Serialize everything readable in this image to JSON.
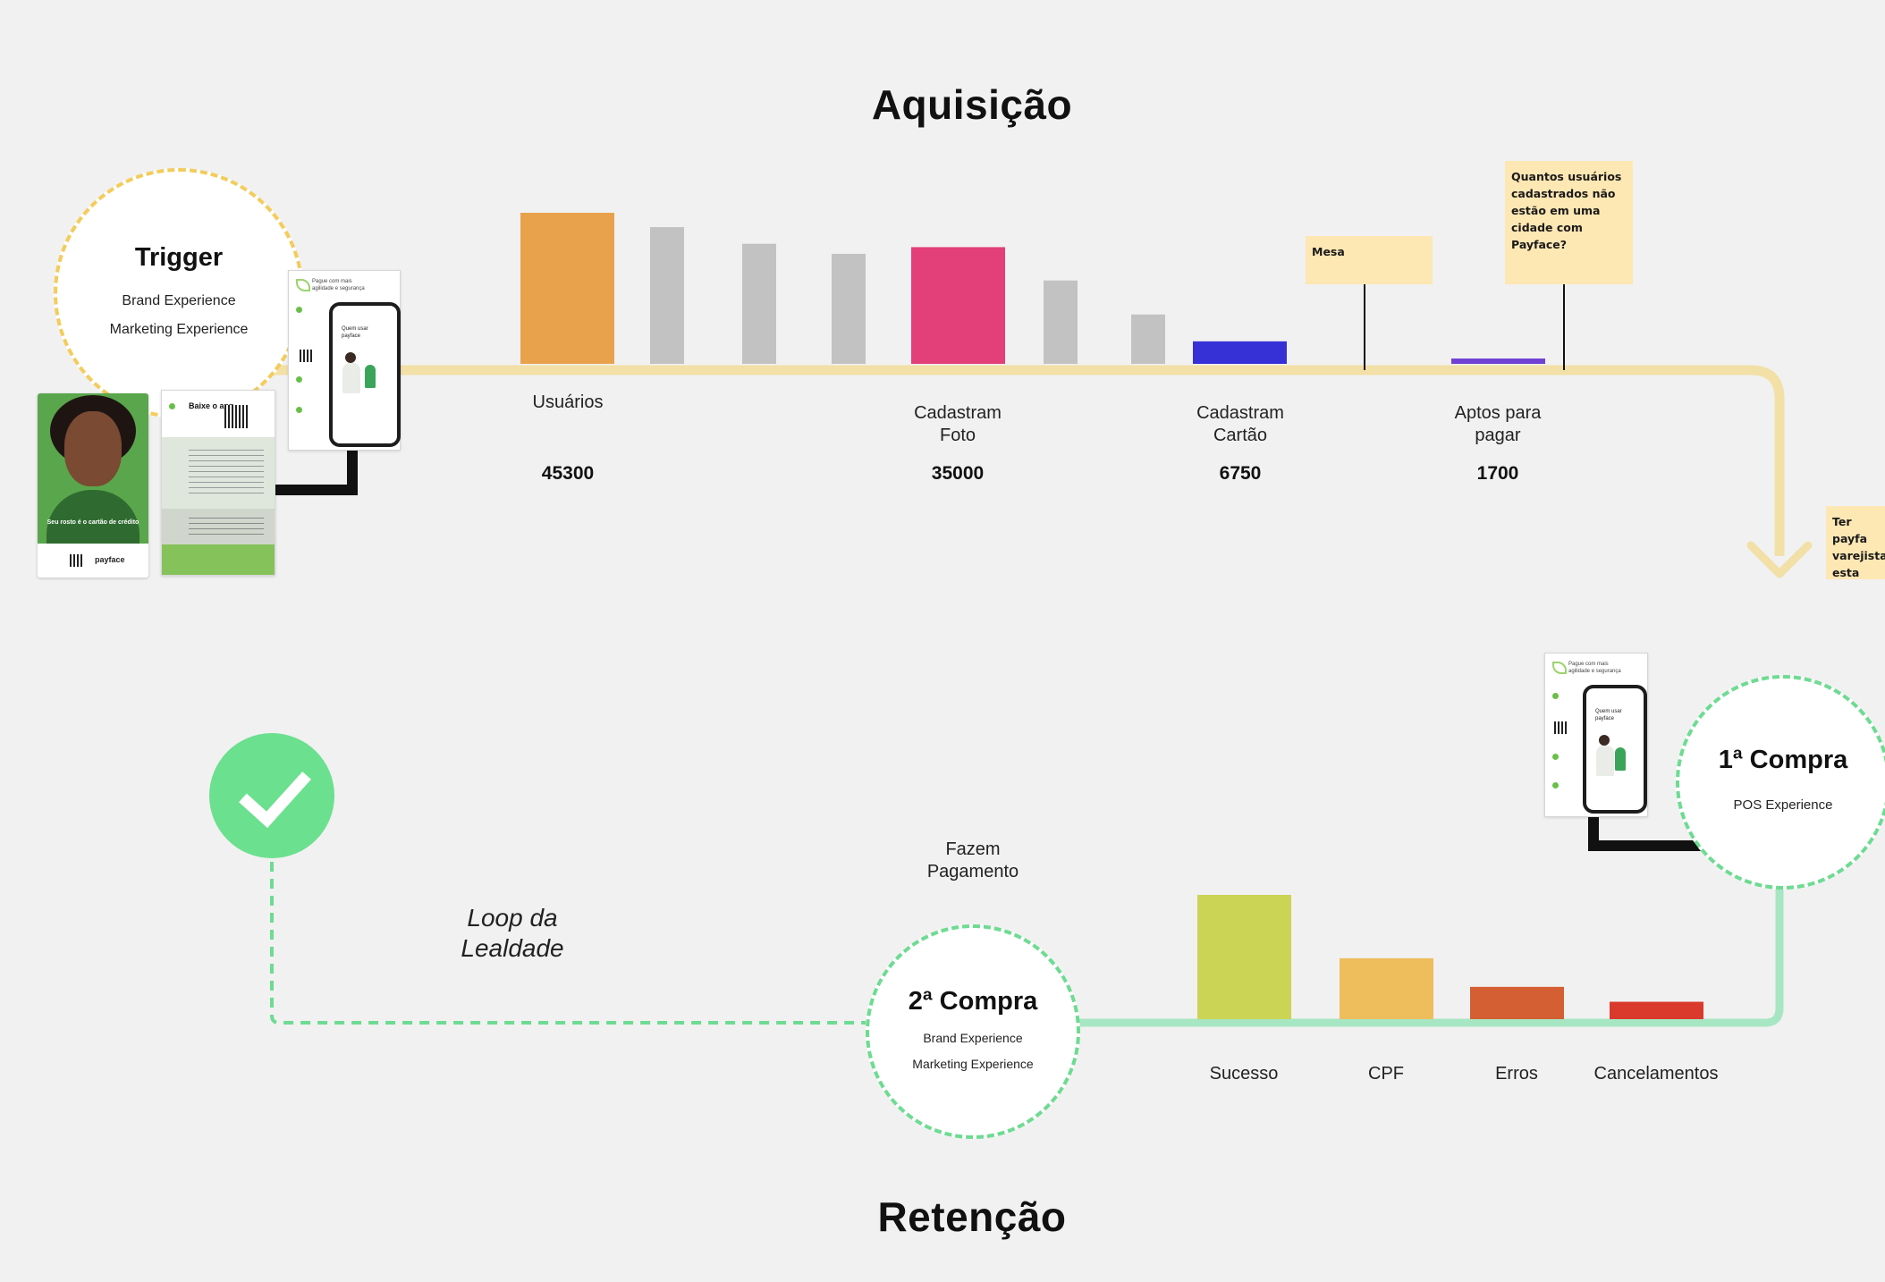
{
  "headings": {
    "top": "Aquisição",
    "bottom": "Retenção"
  },
  "trigger": {
    "title": "Trigger",
    "lines": [
      "Brand Experience",
      "Marketing Experience"
    ]
  },
  "acquisition": {
    "stages": [
      {
        "label": "Usuários",
        "value": "45300"
      },
      {
        "label": "Cadastram\nFoto",
        "value": "35000"
      },
      {
        "label": "Cadastram\nCartão",
        "value": "6750"
      },
      {
        "label": "Aptos para\npagar",
        "value": "1700"
      }
    ]
  },
  "stickies": {
    "mesa": "Mesa",
    "question": "Quantos usuários cadastrados não estão em uma cidade com Payface?",
    "edge": "Ter payfa varejista esta loja"
  },
  "first_purchase": {
    "title": "1ª Compra",
    "subtitle": "POS Experience"
  },
  "second_purchase": {
    "title": "2ª Compra",
    "lines": [
      "Brand Experience",
      "Marketing Experience"
    ]
  },
  "payment": {
    "label": "Fazem\nPagamento",
    "outcomes": [
      "Sucesso",
      "CPF",
      "Erros",
      "Cancelamentos"
    ]
  },
  "loop_label": "Loop da\nLealdade",
  "mockup": {
    "header": "Pague com mais agilidade e segurança",
    "phone_text": "Quem usar payface",
    "poster_caption": "Seu rosto é o cartão de crédito",
    "poster_brand": "payface",
    "flyer_title": "Baixe o app"
  },
  "chart_data": [
    {
      "type": "bar",
      "categories": [
        "Usuários",
        "",
        "",
        "",
        "Cadastram Foto",
        "",
        "",
        "Cadastram Cartão",
        "Aptos para pagar"
      ],
      "values": [
        45300,
        41000,
        36000,
        33000,
        35000,
        25000,
        14800,
        6750,
        1700
      ],
      "value_labels": [
        "45300",
        "",
        "",
        "",
        "35000",
        "",
        "",
        "6750",
        "1700"
      ],
      "colors": [
        "#e8a24c",
        "#c2c2c2",
        "#c2c2c2",
        "#c2c2c2",
        "#e33f79",
        "#c2c2c2",
        "#c2c2c2",
        "#3631d6",
        "#7141d4"
      ],
      "ylim": [
        0,
        45300
      ]
    },
    {
      "type": "bar",
      "categories": [
        "Sucesso",
        "CPF",
        "Erros",
        "Cancelamentos"
      ],
      "values": [
        100,
        49,
        26,
        14
      ],
      "colors": [
        "#cbd455",
        "#eebd5c",
        "#d45f32",
        "#d93a2b"
      ],
      "ylim": [
        0,
        100
      ]
    }
  ],
  "colors": {
    "acquisition_track": "#f2e0a7",
    "retention_track": "#a7e6c2",
    "trigger_ring": "#f3cc5c",
    "purchase_ring": "#6edb92",
    "check": "#6be08f"
  }
}
